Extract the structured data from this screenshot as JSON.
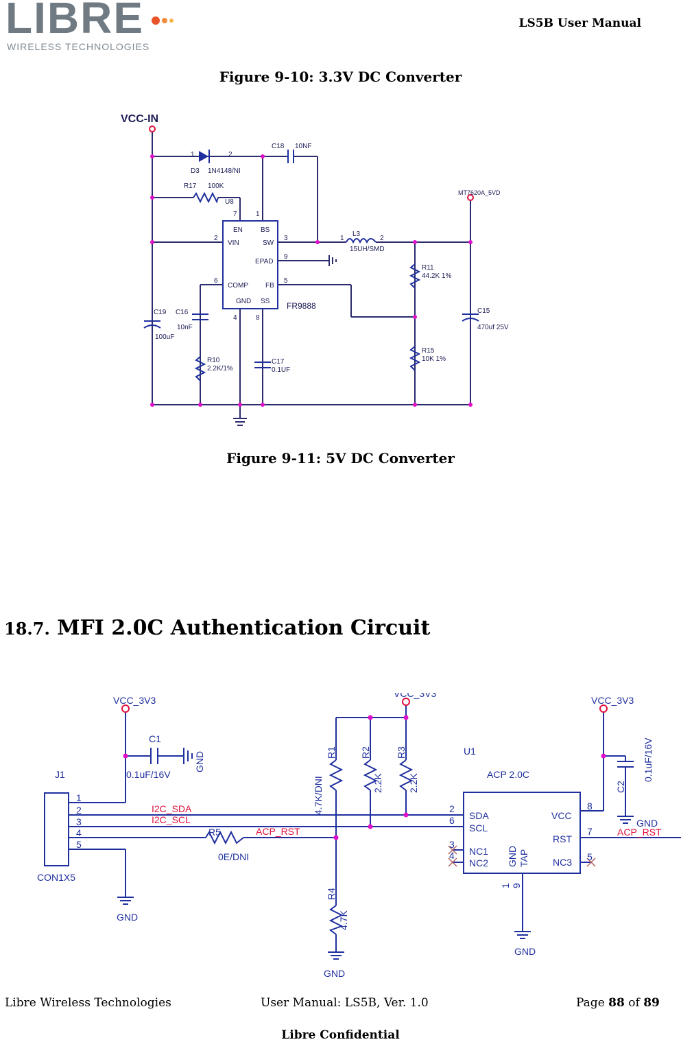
{
  "header": {
    "logo_word": "LIBRE",
    "logo_subtitle": "WIRELESS TECHNOLOGIES",
    "title": "LS5B User Manual"
  },
  "figures": {
    "fig_9_10_caption": "Figure 9-10: 3.3V DC Converter",
    "fig_9_11_caption": "Figure 9-11: 5V DC Converter"
  },
  "section": {
    "number": "18.7.",
    "title": "MFI 2.0C Authentication Circuit"
  },
  "schematic_5v": {
    "vcc_in": "VCC-IN",
    "output_net": "MT7620A_5VD",
    "d3_ref": "D3",
    "d3_value": "1N4148/NI",
    "d3_pin1": "1",
    "d3_pin2": "2",
    "c18_ref": "C18",
    "c18_value": "10NF",
    "r17_ref": "R17",
    "r17_value": "100K",
    "u8_ref": "U8",
    "ic_part": "FR9888",
    "pin_en": "EN",
    "pin_bs": "BS",
    "pin_vin": "VIN",
    "pin_sw": "SW",
    "pin_epad": "EPAD",
    "pin_comp": "COMP",
    "pin_fb": "FB",
    "pin_gnd": "GND",
    "pin_ss": "SS",
    "pin_num_en": "7",
    "pin_num_bs": "1",
    "pin_num_vin": "2",
    "pin_num_sw": "3",
    "pin_num_epad": "9",
    "pin_num_comp": "6",
    "pin_num_fb": "5",
    "pin_num_gnd": "4",
    "pin_num_ss": "8",
    "l3_ref": "L3",
    "l3_value": "15UH/SMD",
    "l3_pin1": "1",
    "l3_pin2": "2",
    "r11_ref": "R11",
    "r11_value": "44.2K 1%",
    "r15_ref": "R15",
    "r15_value": "10K 1%",
    "c15_ref": "C15",
    "c15_value": "470uf 25V",
    "c19_ref": "C19",
    "c19_value": "100uF",
    "c16_ref": "C16",
    "c16_value": "10nF",
    "r10_ref": "R10",
    "r10_value": "2.2K/1%",
    "c17_ref": "C17",
    "c17_value": "0.1UF"
  },
  "schematic_mfi": {
    "vcc_3v3": "VCC_3V3",
    "gnd": "GND",
    "c1_ref": "C1",
    "c1_value": "0.1uF/16V",
    "j1_ref": "J1",
    "j1_part": "CON1X5",
    "j1_pins": [
      "1",
      "2",
      "3",
      "4",
      "5"
    ],
    "net_sda": "I2C_SDA",
    "net_scl": "I2C_SCL",
    "net_acp_rst": "ACP_RST",
    "r5_ref": "R5",
    "r5_value": "0E/DNI",
    "r1_ref": "R1",
    "r1_value": "4.7K/DNI",
    "r2_ref": "R2",
    "r2_value": "2.2K",
    "r3_ref": "R3",
    "r3_value": "2.2K",
    "r4_ref": "R4",
    "r4_value": "4.7K",
    "u1_ref": "U1",
    "u1_part": "ACP 2.0C",
    "u1_pin_sda": "SDA",
    "u1_pin_scl": "SCL",
    "u1_pin_nc1": "NC1",
    "u1_pin_nc2": "NC2",
    "u1_pin_gnd": "GND",
    "u1_pin_tap": "TAP",
    "u1_pin_vcc": "VCC",
    "u1_pin_rst": "RST",
    "u1_pin_nc3": "NC3",
    "u1_num_sda": "2",
    "u1_num_scl": "6",
    "u1_num_nc1": "3",
    "u1_num_nc2": "4",
    "u1_num_gnd": "1",
    "u1_num_tap": "9",
    "u1_num_vcc": "8",
    "u1_num_rst": "7",
    "u1_num_nc3": "5",
    "c2_ref": "C2",
    "c2_value": "0.1uF/16V"
  },
  "footer": {
    "company": "Libre Wireless Technologies",
    "doc": "User Manual: LS5B, Ver. 1.0",
    "page_prefix": "Page ",
    "page_num": "88",
    "page_of": " of ",
    "page_total": "89",
    "confidential": "Libre Confidential"
  },
  "colors": {
    "wire_blue": "#1f2f9e",
    "wire_dark": "#2b2b6e",
    "junction": "#e010c8",
    "net_label_red": "#e0103c",
    "pin_blue": "#2040c0",
    "logo_grey": "#6f7a82",
    "logo_dot": "#e8542a"
  }
}
